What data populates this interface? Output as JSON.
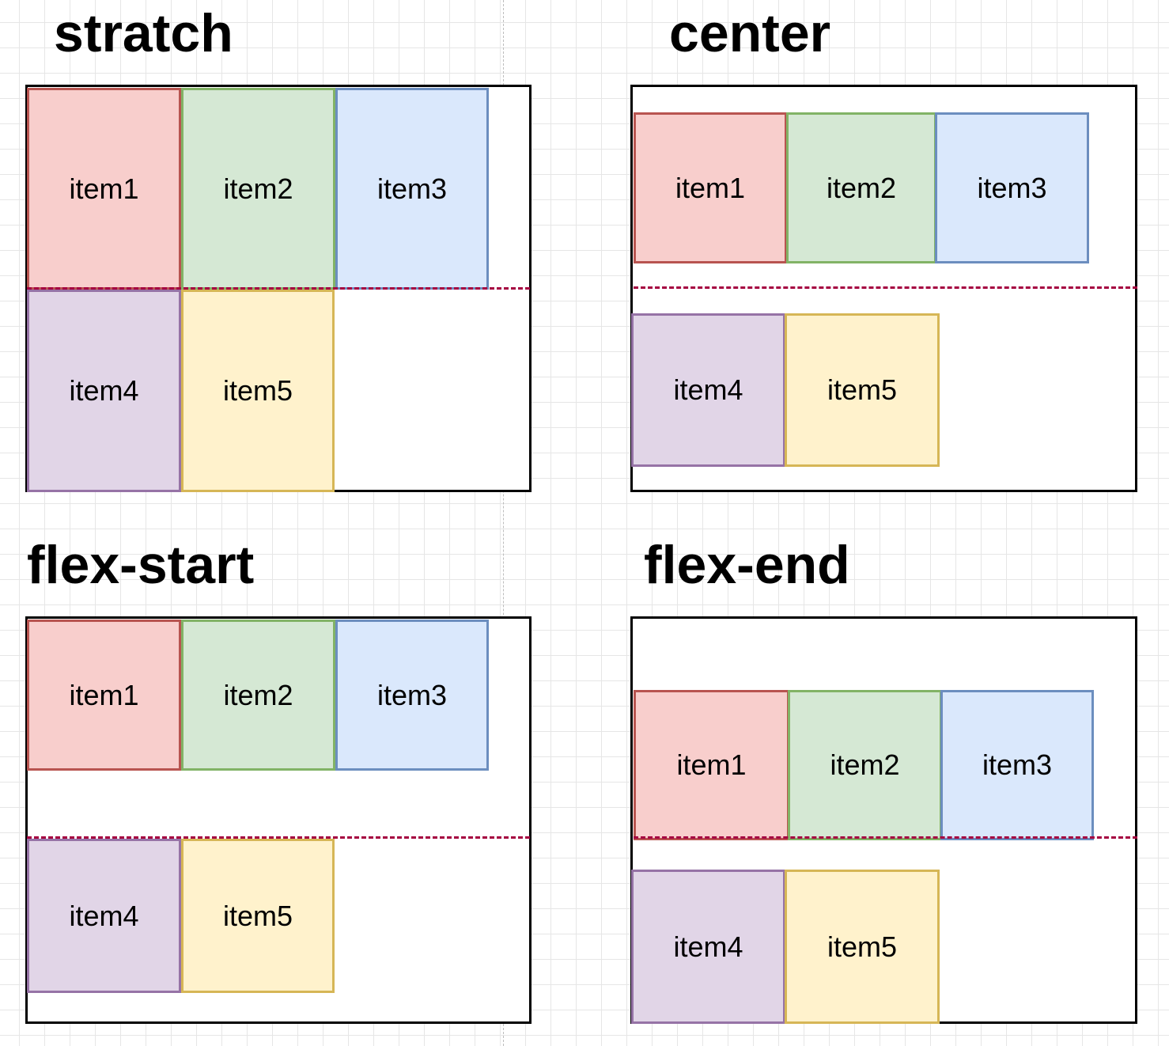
{
  "panels": [
    {
      "title": "stratch",
      "items": [
        "item1",
        "item2",
        "item3",
        "item4",
        "item5"
      ]
    },
    {
      "title": "center",
      "items": [
        "item1",
        "item2",
        "item3",
        "item4",
        "item5"
      ]
    },
    {
      "title": "flex-start",
      "items": [
        "item1",
        "item2",
        "item3",
        "item4",
        "item5"
      ]
    },
    {
      "title": "flex-end",
      "items": [
        "item1",
        "item2",
        "item3",
        "item4",
        "item5"
      ]
    }
  ],
  "colors": {
    "item1_fill": "#f8cecc",
    "item1_stroke": "#b85450",
    "item2_fill": "#d5e8d4",
    "item2_stroke": "#82b366",
    "item3_fill": "#dae8fc",
    "item3_stroke": "#6c8ebf",
    "item4_fill": "#e1d5e7",
    "item4_stroke": "#9673a6",
    "item5_fill": "#fff2cc",
    "item5_stroke": "#d6b656",
    "line_divider": "#a50040",
    "container_border": "#000000"
  }
}
